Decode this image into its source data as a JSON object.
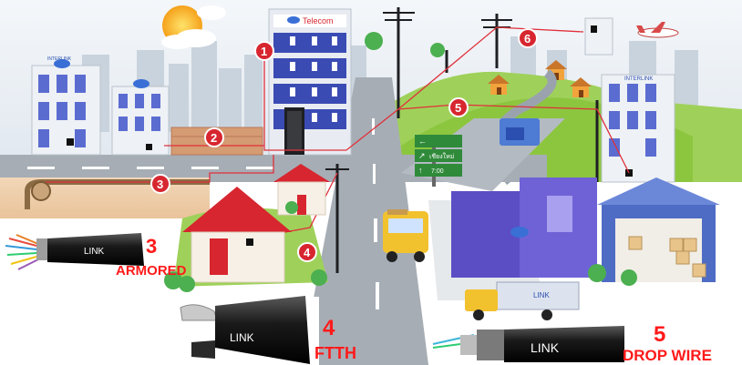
{
  "signs": {
    "telecom": "Telecom",
    "internet_left": "INTERLINK",
    "internet_right": "INTERLINK",
    "road_sign_line2": "เชียงใหม่",
    "road_sign_line3": "7:00"
  },
  "markers": [
    {
      "number": "1"
    },
    {
      "number": "2"
    },
    {
      "number": "3"
    },
    {
      "number": "4"
    },
    {
      "number": "5"
    },
    {
      "number": "6"
    }
  ],
  "cables": {
    "armored": {
      "number": "3",
      "label": "ARMORED",
      "brand": "LINK"
    },
    "ftth": {
      "number": "4",
      "label": "FTTH",
      "brand": "LINK"
    },
    "drop_wire": {
      "number": "5",
      "label": "DROP WIRE",
      "brand": "LINK"
    }
  },
  "truck_label": "LINK",
  "colors": {
    "label_red": "#ff1a1a",
    "marker_red": "#d7262f",
    "cable_line": "#e0303a",
    "sky": "#eaf1f7",
    "grass": "#8cc63f"
  }
}
